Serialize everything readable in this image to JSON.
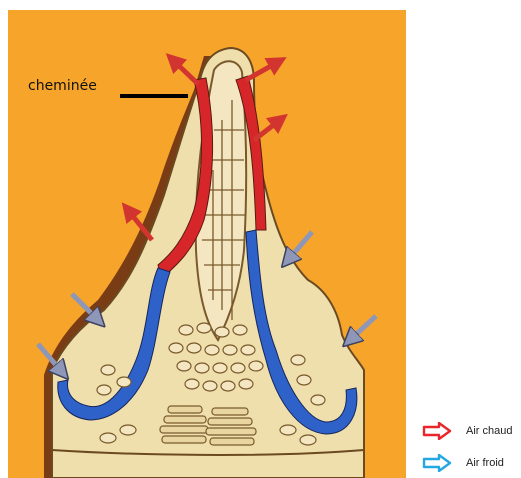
{
  "diagram": {
    "label": "cheminée",
    "legend": [
      {
        "label": "Air chaud",
        "color": "#e8262b",
        "icon": "red-outline-arrow-icon"
      },
      {
        "label": "Air froid",
        "color": "#25a8e0",
        "icon": "blue-outline-arrow-icon"
      }
    ],
    "colors": {
      "background": "#f7a52a",
      "mound": "#efdfad",
      "crust": "#7a3c14",
      "warm_channel": "#d7262a",
      "cool_channel": "#2f62c9",
      "inflow_arrow": "#8e97b8",
      "outflow_arrow": "#d23530"
    }
  }
}
